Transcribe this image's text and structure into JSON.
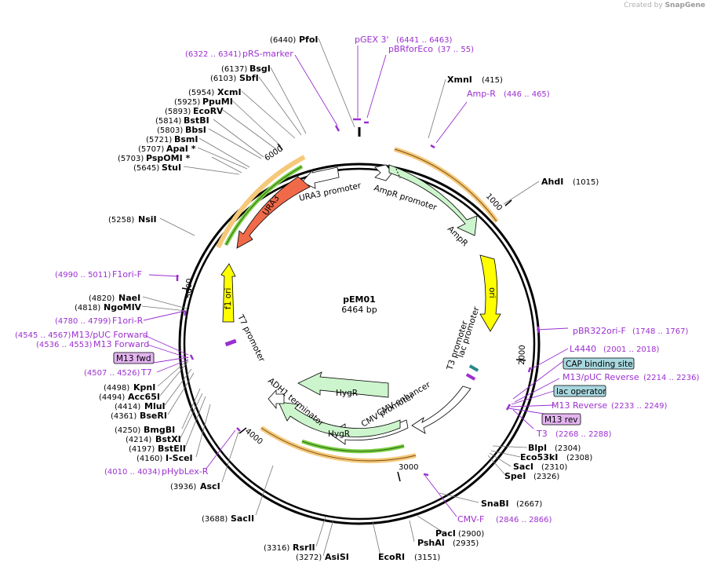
{
  "credit": {
    "prefix": "Created by",
    "brand": "SnapGene"
  },
  "plasmid": {
    "name": "pEM01",
    "length_label": "6464 bp",
    "length": 6464
  },
  "colors": {
    "site": "#000000",
    "primer": "#9b2fd0",
    "ampr": "#cdf5cd",
    "ori": "#ffff00",
    "ura3": "#f06a4a",
    "hygr": "#cdf5cd",
    "highlight_orange": "#f5c87a",
    "highlight_green": "#7ccf45",
    "badge": "#a8d8e0",
    "badge_purple": "#e3b5f0"
  },
  "ticks": [
    "1000",
    "2000",
    "3000",
    "4000",
    "5000",
    "6000"
  ],
  "sites": [
    {
      "name": "PfoI",
      "pos": "(6440)",
      "side": "left"
    },
    {
      "name": "BsgI",
      "pos": "(6137)",
      "side": "left"
    },
    {
      "name": "SbfI",
      "pos": "(6103)",
      "side": "left"
    },
    {
      "name": "XcmI",
      "pos": "(5954)",
      "side": "left"
    },
    {
      "name": "PpuMI",
      "pos": "(5925)",
      "side": "left"
    },
    {
      "name": "EcoRV",
      "pos": "(5893)",
      "side": "left"
    },
    {
      "name": "BstBI",
      "pos": "(5814)",
      "side": "left"
    },
    {
      "name": "BbsI",
      "pos": "(5803)",
      "side": "left"
    },
    {
      "name": "BsmI",
      "pos": "(5721)",
      "side": "left"
    },
    {
      "name": "ApaI *",
      "pos": "(5707)",
      "side": "left"
    },
    {
      "name": "PspOMI *",
      "pos": "(5703)",
      "side": "left"
    },
    {
      "name": "StuI",
      "pos": "(5645)",
      "side": "left"
    },
    {
      "name": "NsiI",
      "pos": "(5258)",
      "side": "left"
    },
    {
      "name": "NaeI",
      "pos": "(4820)",
      "side": "left"
    },
    {
      "name": "NgoMIV",
      "pos": "(4818)",
      "side": "left"
    },
    {
      "name": "KpnI",
      "pos": "(4498)",
      "side": "left"
    },
    {
      "name": "Acc65I",
      "pos": "(4494)",
      "side": "left"
    },
    {
      "name": "MluI",
      "pos": "(4414)",
      "side": "left"
    },
    {
      "name": "BseRI",
      "pos": "(4361)",
      "side": "left"
    },
    {
      "name": "BmgBI",
      "pos": "(4250)",
      "side": "left"
    },
    {
      "name": "BstXI",
      "pos": "(4214)",
      "side": "left"
    },
    {
      "name": "BstEII",
      "pos": "(4197)",
      "side": "left"
    },
    {
      "name": "I-SceI",
      "pos": "(4160)",
      "side": "left"
    },
    {
      "name": "AscI",
      "pos": "(3936)",
      "side": "left"
    },
    {
      "name": "SacII",
      "pos": "(3688)",
      "side": "left"
    },
    {
      "name": "RsrII",
      "pos": "(3316)",
      "side": "left"
    },
    {
      "name": "AsiSI",
      "pos": "(3272)",
      "side": "left"
    },
    {
      "name": "EcoRI",
      "pos": "(3151)",
      "side": "right"
    },
    {
      "name": "PshAI",
      "pos": "(2935)",
      "side": "right"
    },
    {
      "name": "PacI",
      "pos": "(2900)",
      "side": "right"
    },
    {
      "name": "SnaBI",
      "pos": "(2667)",
      "side": "right"
    },
    {
      "name": "SpeI",
      "pos": "(2326)",
      "side": "right"
    },
    {
      "name": "SacI",
      "pos": "(2310)",
      "side": "right"
    },
    {
      "name": "Eco53kI",
      "pos": "(2308)",
      "side": "right"
    },
    {
      "name": "BlpI",
      "pos": "(2304)",
      "side": "right"
    },
    {
      "name": "AhdI",
      "pos": "(1015)",
      "side": "right"
    },
    {
      "name": "XmnI",
      "pos": "(415)",
      "side": "right"
    }
  ],
  "primers": [
    {
      "name": "pGEX 3'",
      "pos": "(6441 .. 6463)"
    },
    {
      "name": "pBRforEco",
      "pos": "(37 .. 55)"
    },
    {
      "name": "pRS-marker",
      "pos": "(6322 .. 6341)"
    },
    {
      "name": "Amp-R",
      "pos": "(446 .. 465)"
    },
    {
      "name": "F1ori-F",
      "pos": "(4990 .. 5011)"
    },
    {
      "name": "F1ori-R",
      "pos": "(4780 .. 4799)"
    },
    {
      "name": "M13/pUC Forward",
      "pos": "(4545 .. 4567)"
    },
    {
      "name": "M13 Forward",
      "pos": "(4536 .. 4553)"
    },
    {
      "name": "T7",
      "pos": "(4507 .. 4526)"
    },
    {
      "name": "pHybLex-R",
      "pos": "(4010 .. 4034)"
    },
    {
      "name": "pBR322ori-F",
      "pos": "(1748 .. 1767)"
    },
    {
      "name": "L4440",
      "pos": "(2001 .. 2018)"
    },
    {
      "name": "M13/pUC Reverse",
      "pos": "(2214 .. 2236)"
    },
    {
      "name": "M13 Reverse",
      "pos": "(2233 .. 2249)"
    },
    {
      "name": "T3",
      "pos": "(2268 .. 2288)"
    },
    {
      "name": "CMV-F",
      "pos": "(2846 .. 2866)"
    }
  ],
  "badges": [
    {
      "label": "M13 fwd"
    },
    {
      "label": "CAP binding site"
    },
    {
      "label": "lac operator"
    },
    {
      "label": "M13 rev"
    }
  ],
  "features": [
    {
      "label": "URA3 promoter"
    },
    {
      "label": "AmpR promoter"
    },
    {
      "label": "AmpR"
    },
    {
      "label": "ori"
    },
    {
      "label": "URA3"
    },
    {
      "label": "f1 ori"
    },
    {
      "label": "T7 promoter"
    },
    {
      "label": "T3 promoter"
    },
    {
      "label": "lac promoter"
    },
    {
      "label": "CMV enhancer"
    },
    {
      "label": "CMV promoter"
    },
    {
      "label": "HygR"
    },
    {
      "label": "HygR"
    },
    {
      "label": "ADH1 terminator"
    }
  ]
}
